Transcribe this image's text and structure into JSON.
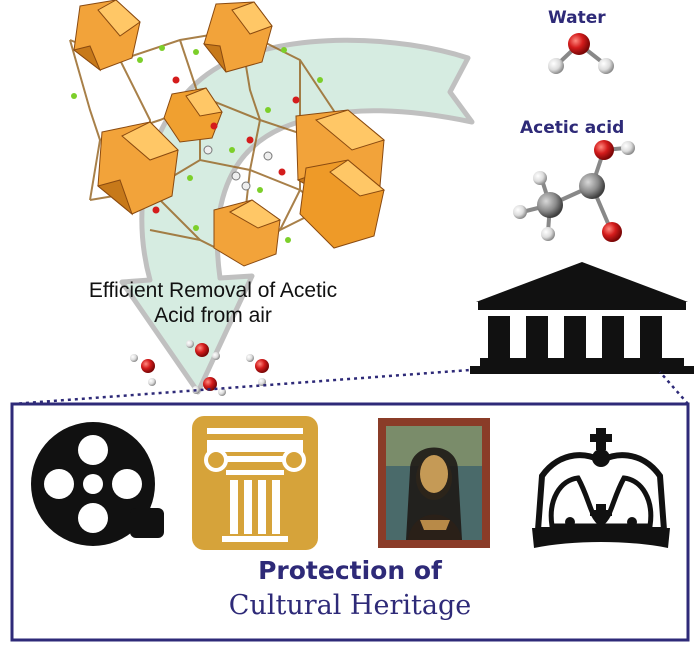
{
  "molecules": {
    "water_label": "Water",
    "acetic_label": "Acetic acid"
  },
  "removal_text": "Efficient Removal of Acetic Acid from air",
  "protection": {
    "line1": "Protection of",
    "line2": "Cultural Heritage"
  },
  "icons": [
    "film-reel-icon",
    "ionic-column-icon",
    "painting-icon",
    "crown-icon",
    "museum-icon"
  ],
  "colors": {
    "title_navy": "#2e2a78",
    "polyhedra_orange": "#f0a030",
    "arrow_mint": "#d4ebe0",
    "column_gold": "#d6a33a",
    "oxygen_red": "#d42020"
  }
}
